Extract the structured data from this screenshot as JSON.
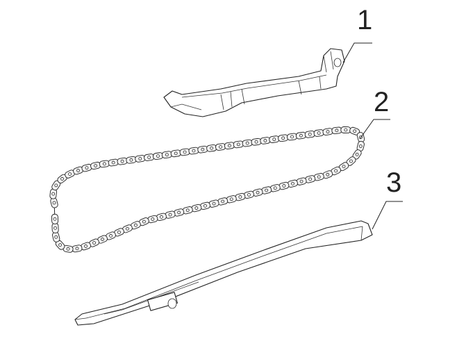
{
  "diagram": {
    "parts": [
      {
        "number": "1",
        "part": "chain-guide"
      },
      {
        "number": "2",
        "part": "timing-chain"
      },
      {
        "number": "3",
        "part": "chain-tensioner-rail"
      }
    ]
  }
}
